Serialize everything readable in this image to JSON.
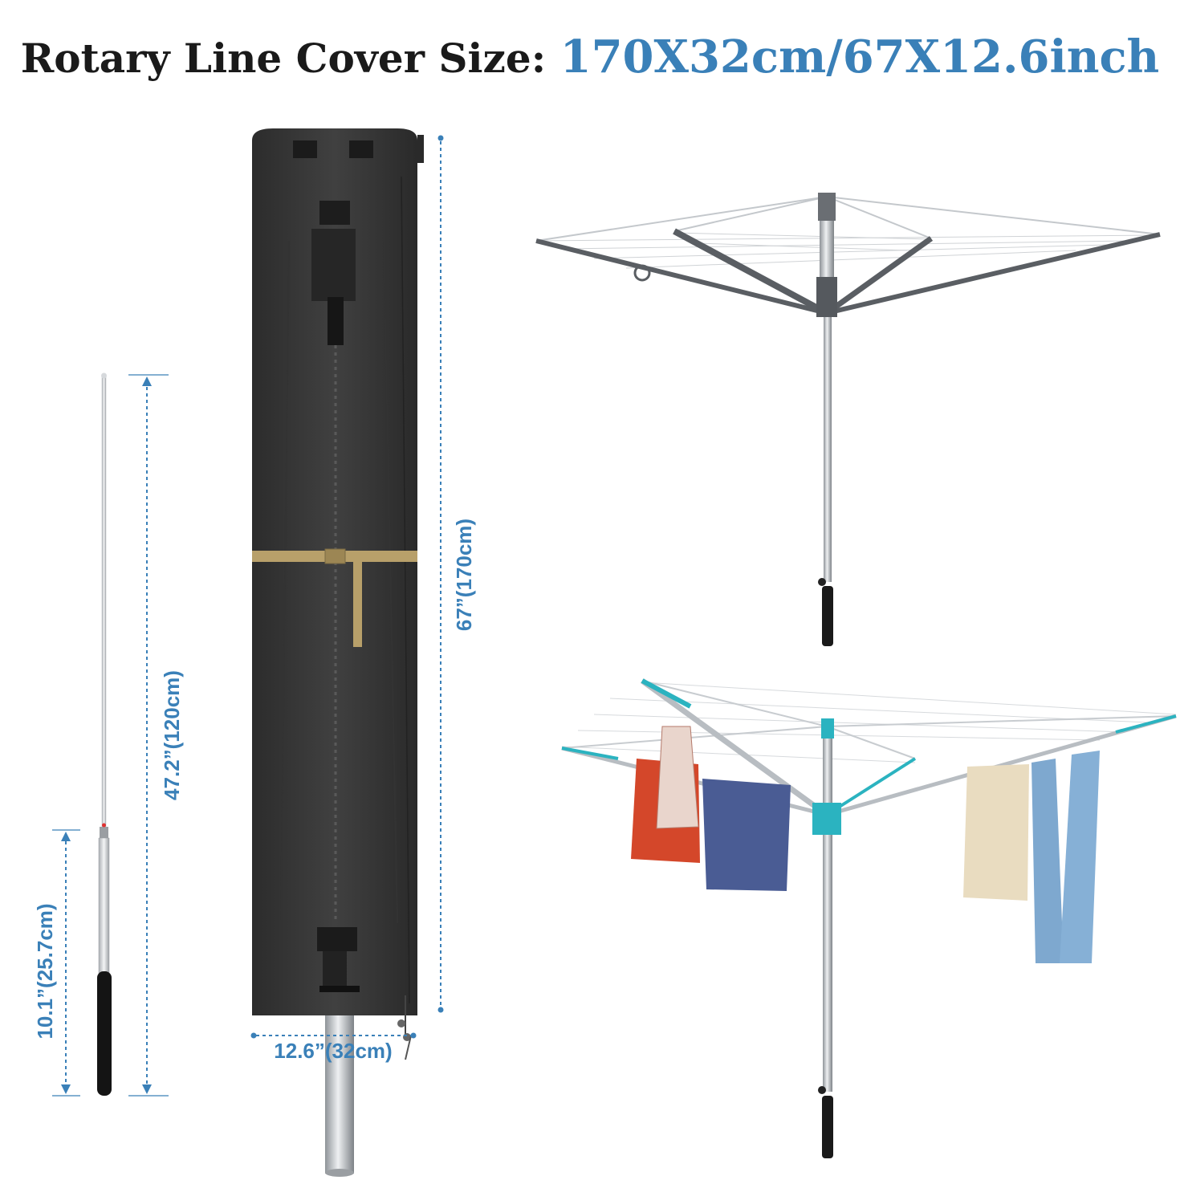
{
  "title": {
    "prefix": "Rotary Line Cover Size:",
    "size": "170X32cm/67X12.6inch"
  },
  "dimensions": {
    "cover_height": "67”(170cm)",
    "cover_width": "12.6”(32cm)",
    "pole_extended": "47.2”(120cm)",
    "pole_collapsed": "10.1”(25.7cm)"
  },
  "colors": {
    "accent": "#3a80b8",
    "cover": "#3a3a3a",
    "strap": "#b8a06a",
    "dryer_teal": "#2bb3c0",
    "frame_grey": "#5a5e63"
  }
}
